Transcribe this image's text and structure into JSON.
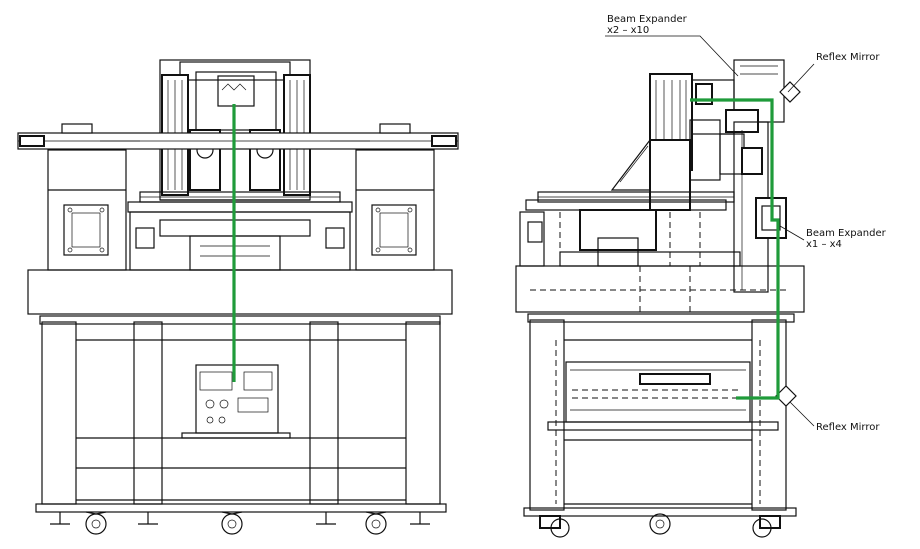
{
  "colors": {
    "beam": "#1f9b3a",
    "line": "#111111",
    "background": "#ffffff"
  },
  "labels": {
    "beam_expander_top_line1": "Beam Expander",
    "beam_expander_top_line2": "x2 – x10",
    "reflex_mirror_top": "Reflex Mirror",
    "beam_expander_mid_line1": "Beam Expander",
    "beam_expander_mid_line2": "x1 – x4",
    "reflex_mirror_bottom": "Reflex Mirror"
  }
}
